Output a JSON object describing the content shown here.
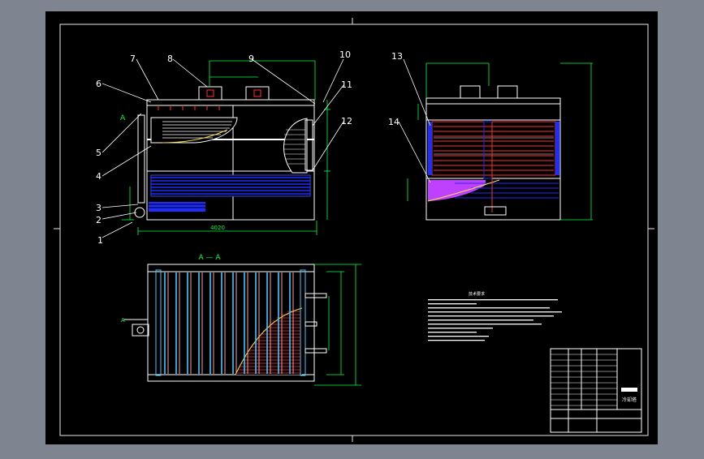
{
  "app": {
    "background": "#7e8591",
    "sheet_color": "#000000"
  },
  "drawing": {
    "front_view": {
      "part_numbers": [
        "1",
        "2",
        "3",
        "4",
        "5",
        "6",
        "7",
        "8",
        "9",
        "10",
        "11",
        "12"
      ],
      "base_dimension": "4020",
      "section_marker": "A"
    },
    "side_view": {
      "part_numbers": [
        "13",
        "14"
      ]
    },
    "plan_view": {
      "title": "A — A",
      "marker": "A"
    },
    "notes": {
      "title": "技术要求"
    },
    "title_block": {
      "part_name": "冷却塔"
    }
  },
  "colors": {
    "line": "#ffffff",
    "dim": "#00ff3c",
    "frame": "#e8e8e8",
    "blue_fill": "#1e2cff",
    "red": "#ff3030",
    "magenta": "#c040ff",
    "yellow": "#ffe040",
    "cyan": "#3fc8ff",
    "pink": "#ff9aa8"
  }
}
